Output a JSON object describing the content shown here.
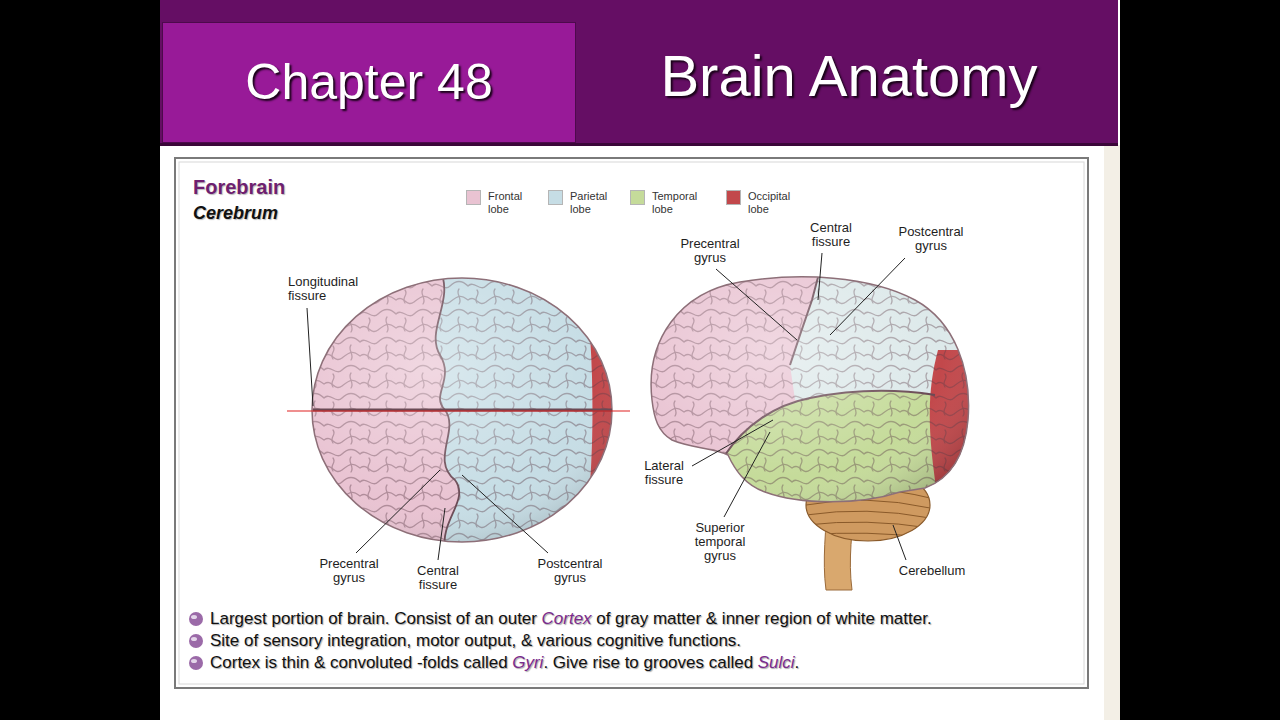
{
  "diagram": {
    "title": "Brain Anatomy",
    "nodes": [
      {
        "text": [
          "Chapter 48"
        ]
      }
    ],
    "labels": [
      "Forebrain",
      "Cerebrum",
      "Longitudinal fissure",
      "Precentral gyrus",
      "Central fissure",
      "Postcentral gyrus",
      "Lateral fissure",
      "Superior temporal gyrus",
      "Precentral gyrus",
      "Central fissure",
      "Postcentral gyrus",
      "Cerebellum",
      "Largest portion of brain. Consist of an outer",
      "Cortex",
      "of gray matter & inner region of white matter.",
      "Site of sensory integration, motor output, & various cognitive functions.",
      "Cortex is thin & convoluted -folds called",
      "Gyri",
      ". Give rise to grooves called",
      "Sulci",
      "."
    ],
    "legend": [
      {
        "text": "Frontal lobe",
        "color": "#e9c3d2"
      },
      {
        "text": "Parietal lobe",
        "color": "#c6dde5"
      },
      {
        "text": "Temporal lobe",
        "color": "#c5db9a"
      },
      {
        "text": "Occipital lobe",
        "color": "#c2484b"
      }
    ]
  }
}
